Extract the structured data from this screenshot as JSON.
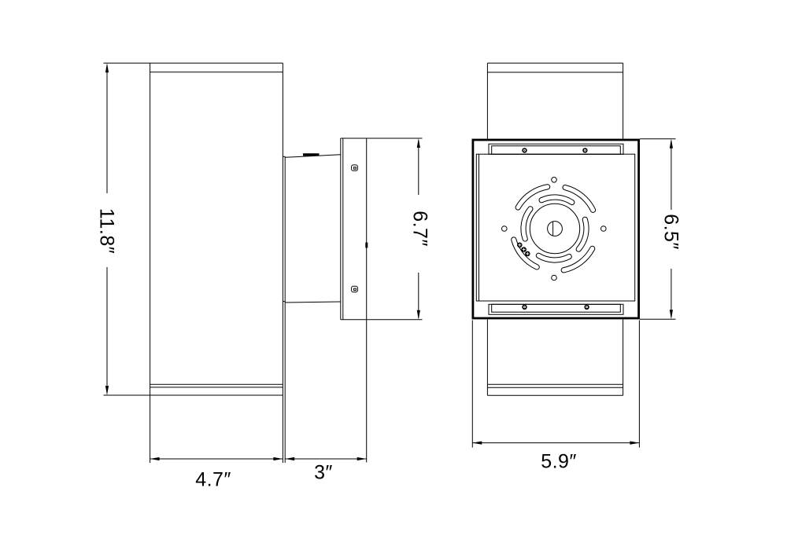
{
  "canvas": {
    "background": "#ffffff",
    "line_color": "#000000",
    "text_color": "#000000"
  },
  "views": {
    "side": {
      "dimensions": {
        "overall_height": "11.8″",
        "body_width": "4.7″",
        "mounting_depth": "3″",
        "backplate_height": "6.7″"
      }
    },
    "back": {
      "dimensions": {
        "plate_height": "6.5″",
        "plate_width": "5.9″"
      }
    }
  }
}
